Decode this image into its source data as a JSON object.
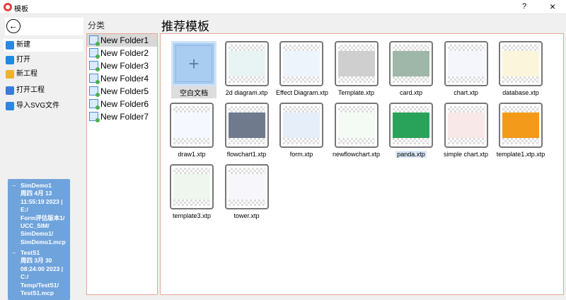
{
  "window": {
    "title": "模板",
    "help": "?",
    "close": "×"
  },
  "sidebar": {
    "back_icon": "←",
    "items": [
      {
        "label": "新建",
        "icon": "plus-icon",
        "color": "#2e86de"
      },
      {
        "label": "打开",
        "icon": "folder-icon",
        "color": "#1e88e5"
      },
      {
        "label": "新工程",
        "icon": "new-project-icon",
        "color": "#f0b030"
      },
      {
        "label": "打开工程",
        "icon": "open-project-icon",
        "color": "#3a7bd5"
      },
      {
        "label": "导入SVG文件",
        "icon": "import-icon",
        "color": "#2e86de"
      }
    ],
    "recent": [
      {
        "name": "SimDemo1",
        "lines": [
          "周四 4月 13",
          "11:55:19 2023 | E:/",
          "Form评估版本1/",
          "UCC_SIM/",
          "SimDemo1/",
          "SimDemo1.mcp"
        ]
      },
      {
        "name": "TestS1",
        "lines": [
          "周四 3月 30",
          "08:24:00 2023 | C:/",
          "Temp/TestS1/",
          "TestS1.mcp"
        ]
      }
    ]
  },
  "categories": {
    "label": "分类",
    "items": [
      "New Folder1",
      "New Folder2",
      "New Folder3",
      "New Folder4",
      "New Folder5",
      "New Folder6",
      "New Folder7"
    ]
  },
  "templates": {
    "title": "推荐模板",
    "blank": {
      "label": "空白文档",
      "icon": "+"
    },
    "items": [
      {
        "label": "2d diagram.xtp",
        "color": "#e8f4f4"
      },
      {
        "label": "Effect Diagram.xtp",
        "color": "#eef4fb"
      },
      {
        "label": "Template.xtp",
        "color": "#cfcfcf"
      },
      {
        "label": "card.xtp",
        "color": "#9fb7a8"
      },
      {
        "label": "chart.xtp",
        "color": "#f4f6fb"
      },
      {
        "label": "database.xtp",
        "color": "#fbf5dc"
      },
      {
        "label": "draw1.xtp",
        "color": "#f5f9ff"
      },
      {
        "label": "flowchart1.xtp",
        "color": "#6f7a8c"
      },
      {
        "label": "form.xtp",
        "color": "#e6eef9"
      },
      {
        "label": "newflowchart.xtp",
        "color": "#f4faf4"
      },
      {
        "label": "panda.xtp",
        "color": "#2aa35a"
      },
      {
        "label": "simple chart.xtp",
        "color": "#f8e8e8"
      },
      {
        "label": "template1.xtp.xtp",
        "color": "#f39a1a"
      },
      {
        "label": "template3.xtp",
        "color": "#eef6ee"
      },
      {
        "label": "tower.xtp",
        "color": "#f7f7fb"
      }
    ]
  }
}
